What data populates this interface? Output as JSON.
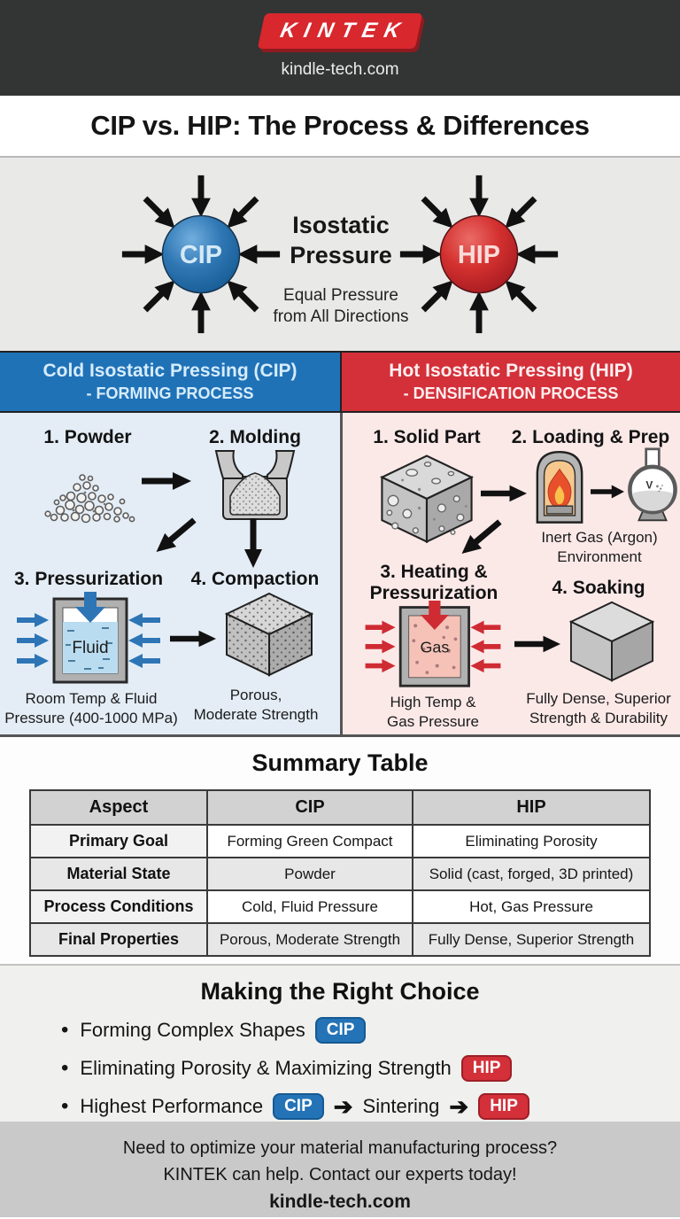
{
  "header": {
    "logo": "KINTEK",
    "website": "kindle-tech.com"
  },
  "title": "CIP vs. HIP: The Process & Differences",
  "pressure_diagram": {
    "cip_label": "CIP",
    "hip_label": "HIP",
    "center_title": "Isostatic\nPressure",
    "center_subtitle": "Equal Pressure\nfrom All Directions"
  },
  "cip_column": {
    "header_line1": "Cold Isostatic Pressing (CIP)",
    "header_line2": "- FORMING PROCESS",
    "step1_title": "1. Powder",
    "step2_title": "2. Molding",
    "step3_title": "3. Pressurization",
    "step4_title": "4. Compaction",
    "vessel_label": "Fluid",
    "step3_caption": "Room Temp & Fluid\nPressure (400-1000 MPa)",
    "step4_caption": "Porous,\nModerate Strength"
  },
  "hip_column": {
    "header_line1": "Hot Isostatic Pressing (HIP)",
    "header_line2": "- DENSIFICATION PROCESS",
    "step1_title": "1. Solid Part",
    "step2_title": "2. Loading & Prep",
    "step2_caption": "Inert Gas (Argon)\nEnvironment",
    "step3_title": "3. Heating &\nPressurization",
    "step4_title": "4. Soaking",
    "vessel_label": "Gas",
    "flask_label": "V",
    "step3_caption": "High Temp &\nGas Pressure",
    "step4_caption": "Fully Dense, Superior\nStrength & Durability"
  },
  "summary_table": {
    "title": "Summary Table",
    "headers": [
      "Aspect",
      "CIP",
      "HIP"
    ],
    "rows": [
      [
        "Primary Goal",
        "Forming Green Compact",
        "Eliminating Porosity"
      ],
      [
        "Material State",
        "Powder",
        "Solid (cast, forged, 3D printed)"
      ],
      [
        "Process Conditions",
        "Cold, Fluid Pressure",
        "Hot, Gas Pressure"
      ],
      [
        "Final Properties",
        "Porous, Moderate Strength",
        "Fully Dense, Superior Strength"
      ]
    ]
  },
  "choice": {
    "title": "Making the Right Choice",
    "bullet1": {
      "text": "Forming Complex Shapes",
      "badge": "CIP"
    },
    "bullet2": {
      "text": "Eliminating Porosity & Maximizing Strength",
      "badge": "HIP"
    },
    "bullet3": {
      "text": "Highest Performance",
      "badge1": "CIP",
      "mid": "Sintering",
      "badge2": "HIP"
    }
  },
  "footer": {
    "line1": "Need to optimize your material manufacturing process?",
    "line2": "KINTEK can help. Contact our experts today!",
    "website": "kindle-tech.com"
  },
  "colors": {
    "cip_blue": "#2072b7",
    "hip_red": "#d3303a",
    "header_dark": "#333434",
    "cip_panel": "#e4edf6",
    "hip_panel": "#fbe9e8",
    "footer_gray": "#c9c9c9"
  }
}
